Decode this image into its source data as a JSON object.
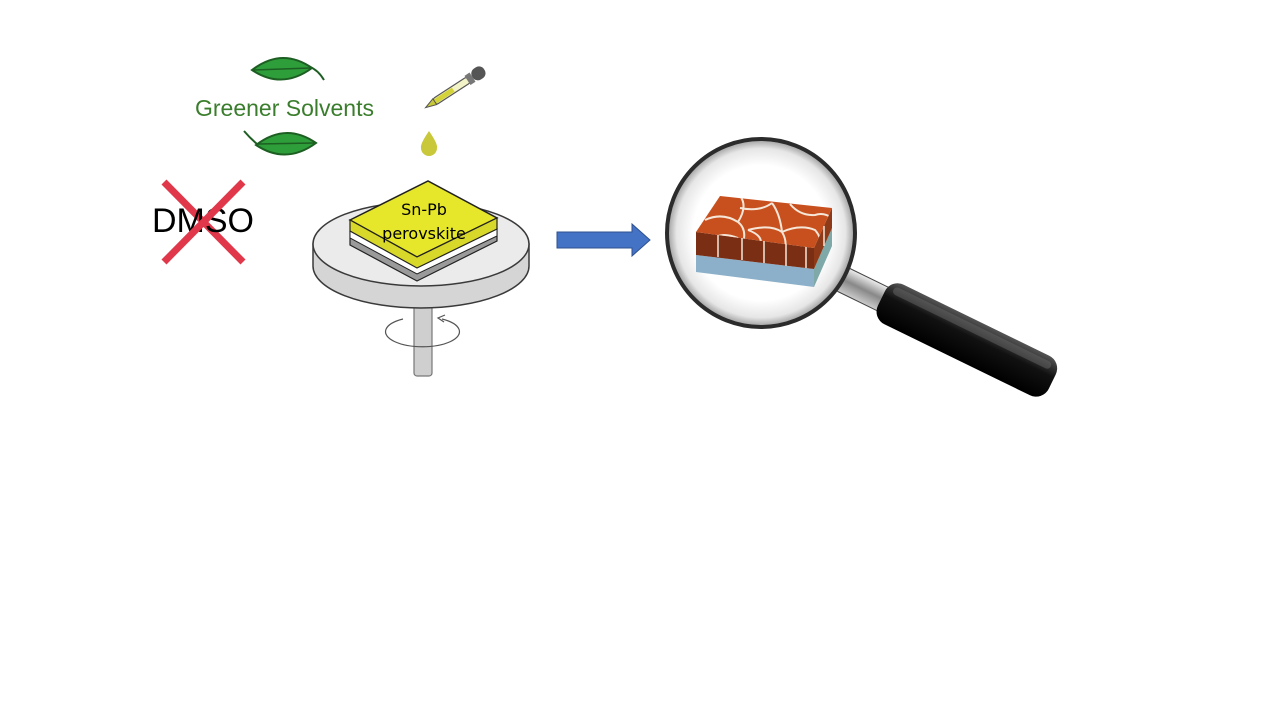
{
  "labels": {
    "greener_solvents": "Greener Solvents",
    "dmso": "DMSO",
    "film_line1": "Sn-Pb",
    "film_line2": "perovskite"
  },
  "colors": {
    "leaf": "#2e9e3a",
    "leaf_outline": "#1d5e22",
    "label_green": "#3a7d2c",
    "cross": "#e0384a",
    "film": "#e6e62a",
    "droplet": "#c8c83a",
    "arrow": "#4472c4",
    "grain": "#c8501e",
    "grain_boundary": "#f5e6d8"
  },
  "icons": [
    "leaf-icon",
    "dropper-icon",
    "droplet-icon",
    "cross-icon",
    "spin-coater-icon",
    "rotation-arrow-icon",
    "process-arrow-icon",
    "magnifier-icon",
    "film-stack-icon"
  ]
}
